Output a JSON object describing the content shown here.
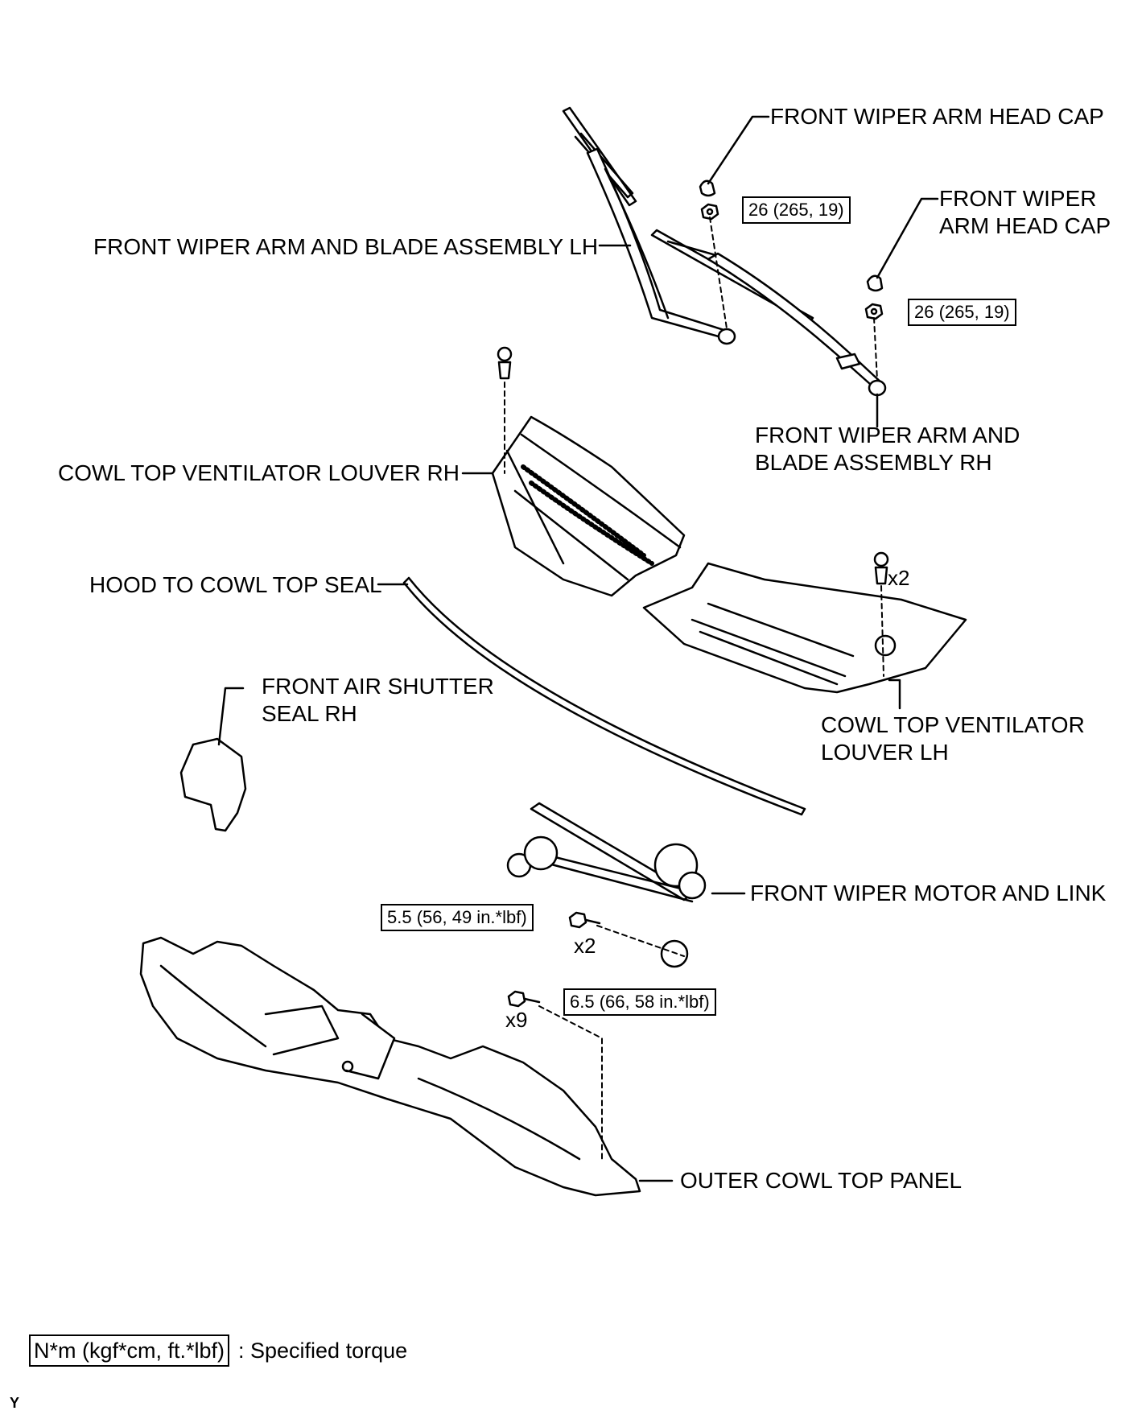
{
  "labels": {
    "arm_head_cap_left": "FRONT WIPER ARM HEAD CAP",
    "arm_head_cap_right_l1": "FRONT WIPER",
    "arm_head_cap_right_l2": "ARM HEAD CAP",
    "arm_blade_lh": "FRONT WIPER ARM AND BLADE ASSEMBLY LH",
    "arm_blade_rh_l1": "FRONT WIPER ARM AND",
    "arm_blade_rh_l2": "BLADE ASSEMBLY RH",
    "louver_rh": "COWL TOP VENTILATOR LOUVER RH",
    "hood_seal": "HOOD TO COWL TOP SEAL",
    "air_shutter_l1": "FRONT AIR SHUTTER",
    "air_shutter_l2": "SEAL RH",
    "louver_lh_l1": "COWL TOP VENTILATOR",
    "louver_lh_l2": "LOUVER LH",
    "motor_link": "FRONT WIPER MOTOR AND LINK",
    "outer_panel": "OUTER COWL TOP PANEL"
  },
  "torques": {
    "nut_left": "26 (265, 19)",
    "nut_right": "26 (265, 19)",
    "motor_bolt": "5.5 (56, 49 in.*lbf)",
    "panel_bolt": "6.5 (66, 58 in.*lbf)"
  },
  "quantities": {
    "louver_lh_clip": "x2",
    "motor_bolt": "x2",
    "panel_bolt": "x9"
  },
  "legend": {
    "unit_box": "N*m (kgf*cm, ft.*lbf)",
    "description": ": Specified torque"
  },
  "code": "Y"
}
